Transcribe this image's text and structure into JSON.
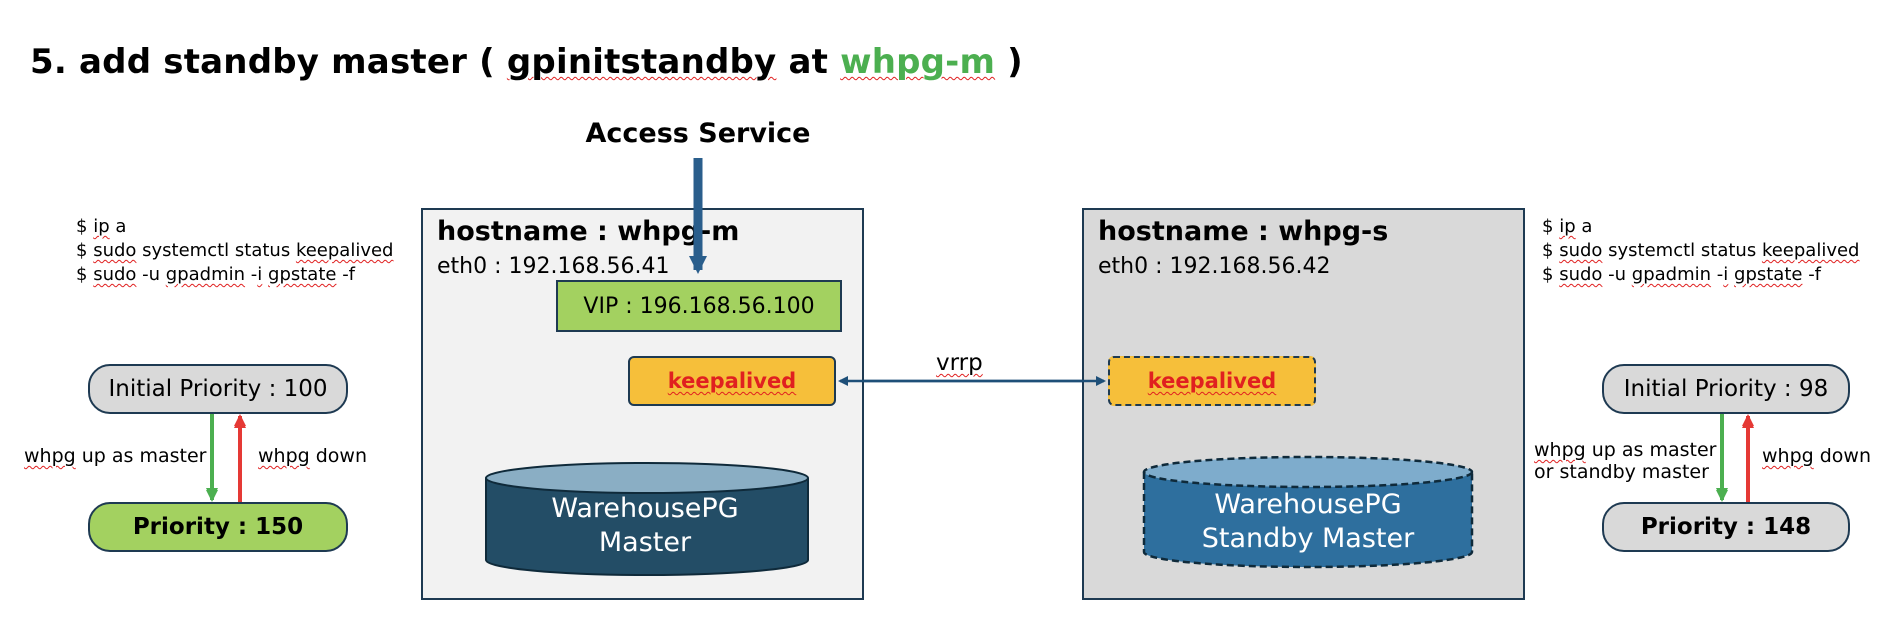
{
  "title": {
    "prefix": "5. add standby master ( ",
    "cmd": "gpinitstandby",
    "mid": " at ",
    "host": "whpg-m",
    "suffix": " )",
    "host_color": "#4caf50"
  },
  "access_service": "Access Service",
  "commands_left": [
    "$ ip a",
    "$ sudo systemctl status keepalived",
    "$ sudo -u gpadmin -i gpstate -f"
  ],
  "commands_right": [
    "$ ip a",
    "$ sudo systemctl status keepalived",
    "$ sudo -u gpadmin -i gpstate -f"
  ],
  "host_m": {
    "title": "hostname : whpg-m",
    "ip": "eth0 : 192.168.56.41",
    "vip": "VIP : 196.168.56.100",
    "keepalived": "keepalived",
    "db_line1": "WarehousePG",
    "db_line2": "Master"
  },
  "host_s": {
    "title": "hostname : whpg-s",
    "ip": "eth0 : 192.168.56.42",
    "keepalived": "keepalived",
    "db_line1": "WarehousePG",
    "db_line2": "Standby Master"
  },
  "vrrp": "vrrp",
  "left_priority": {
    "initial": "Initial Priority : 100",
    "current": "Priority : 150",
    "up": "whpg up as master",
    "down": "whpg down"
  },
  "right_priority": {
    "initial": "Initial Priority : 98",
    "current": "Priority : 148",
    "up_line1": "whpg up as master",
    "up_line2": "or standby master",
    "down": "whpg down"
  },
  "colors": {
    "border": "#1e3a52",
    "vip_fill": "#a3d160",
    "keepalived_fill": "#f6bf3a",
    "keepalived_text": "#e02020",
    "master_db": "#234d66",
    "standby_db": "#2e6f9e",
    "up_arrow": "#4caf50",
    "down_arrow": "#e53935"
  }
}
